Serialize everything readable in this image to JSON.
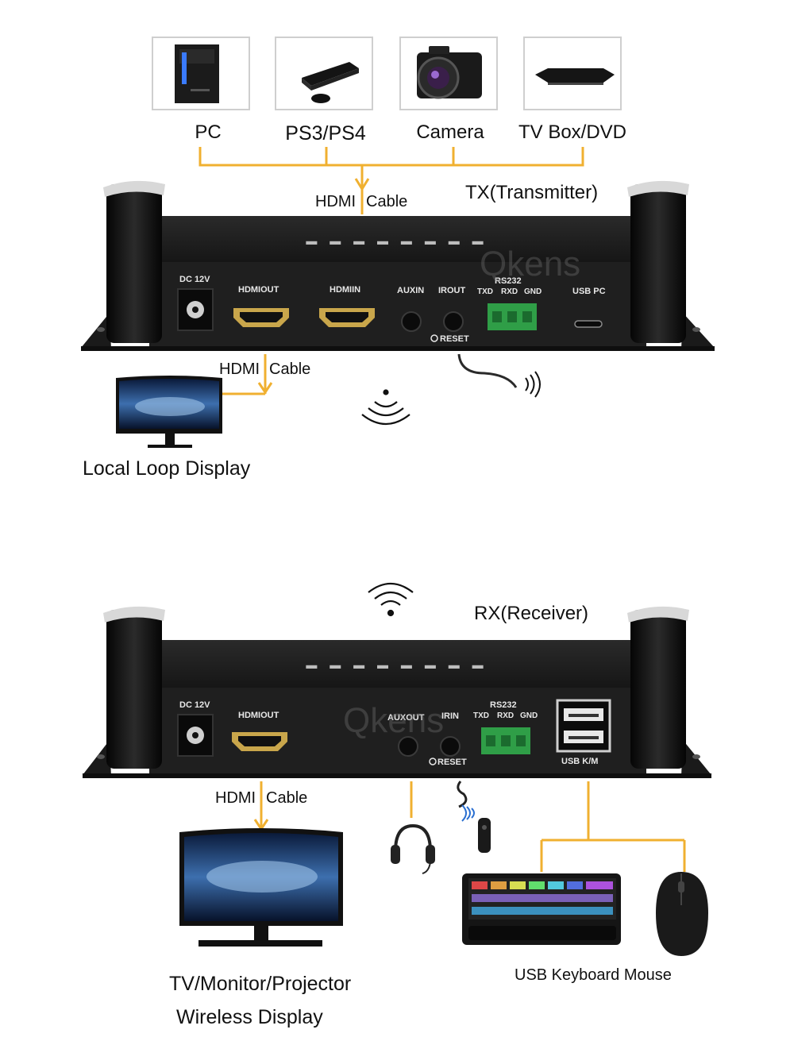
{
  "colors": {
    "wire": "#f0b030",
    "device": "#1e1e1e",
    "connector_green": "#2f9e47",
    "text": "#111111"
  },
  "sources": [
    {
      "label": "PC",
      "icon": "pc-tower-icon"
    },
    {
      "label": "PS3/PS4",
      "icon": "game-console-icon"
    },
    {
      "label": "Camera",
      "icon": "camera-icon"
    },
    {
      "label": "TV Box/DVD",
      "icon": "dvd-player-icon"
    }
  ],
  "tx": {
    "title": "TX(Transmitter)",
    "cable_in": {
      "left": "HDMI",
      "right": "Cable"
    },
    "cable_out": {
      "left": "HDMI",
      "right": "Cable"
    },
    "ports": {
      "dc": "DC 12V",
      "hdmi_out": "HDMIOUT",
      "hdmi_in": "HDMIIN",
      "aux_in": "AUXIN",
      "ir_out": "IROUT",
      "rs232": "RS232",
      "txd": "TXD",
      "rxd": "RXD",
      "gnd": "GND",
      "usb": "USB PC",
      "reset": "RESET"
    },
    "display_label": "Local Loop Display"
  },
  "watermark": "Qkens",
  "rx": {
    "title": "RX(Receiver)",
    "cable_out": {
      "left": "HDMI",
      "right": "Cable"
    },
    "ports": {
      "dc": "DC 12V",
      "hdmi_out": "HDMIOUT",
      "aux_out": "AUXOUT",
      "ir_in": "IRIN",
      "rs232": "RS232",
      "txd": "TXD",
      "rxd": "RXD",
      "gnd": "GND",
      "usb": "USB K/M",
      "reset": "RESET"
    },
    "display_label_1": "TV/Monitor/Projector",
    "display_label_2": "Wireless Display",
    "usb_label": "USB Keyboard Mouse"
  }
}
